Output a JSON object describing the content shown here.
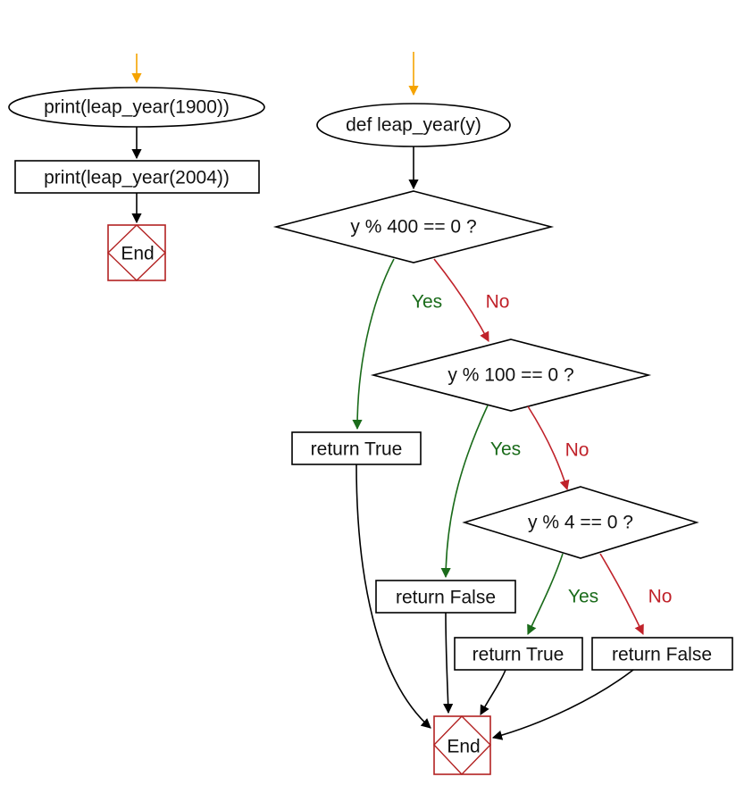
{
  "left_flow": {
    "start_call": "print(leap_year(1900))",
    "second_call": "print(leap_year(2004))",
    "end_label": "End"
  },
  "right_flow": {
    "function_def": "def leap_year(y)",
    "cond_400": "y % 400 == 0 ?",
    "cond_100": "y % 100 == 0 ?",
    "cond_4": "y % 4 == 0 ?",
    "return_true_1": "return True",
    "return_false_1": "return False",
    "return_true_2": "return True",
    "return_false_2": "return False",
    "end_label": "End"
  },
  "edge_labels": {
    "yes": "Yes",
    "no": "No"
  },
  "colors": {
    "yes_edge": "#1a6b1a",
    "no_edge": "#c0222a",
    "normal_edge": "#000000",
    "entry_arrow": "#f5a300",
    "end_border": "#b22222"
  }
}
